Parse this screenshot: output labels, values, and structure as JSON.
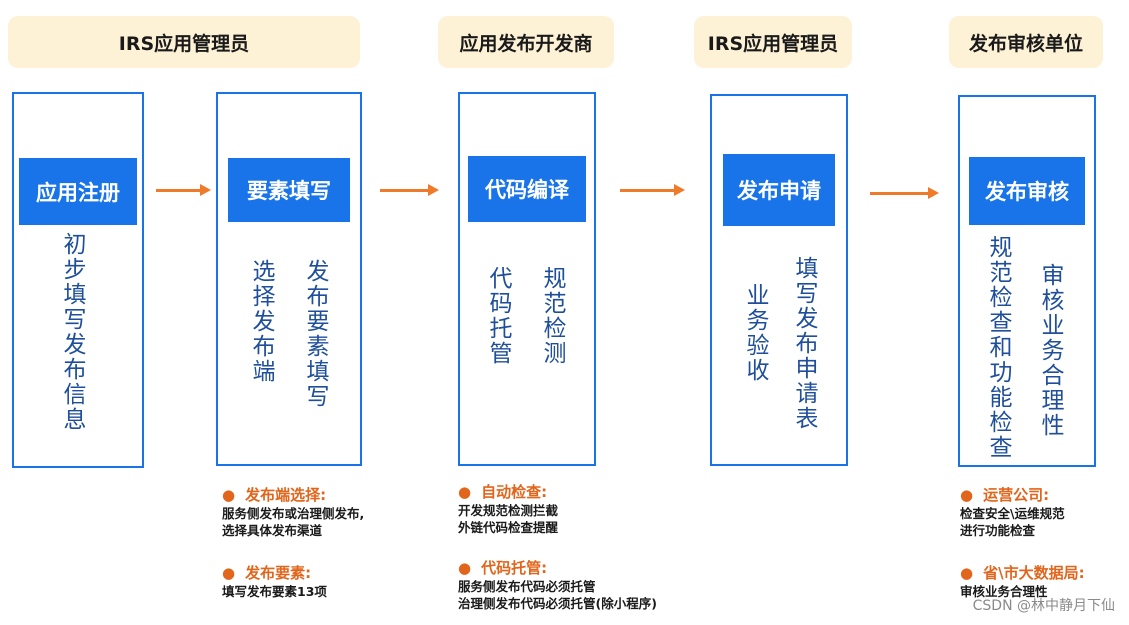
{
  "roles": [
    "IRS应用管理员",
    "应用发布开发商",
    "IRS应用管理员",
    "发布审核单位"
  ],
  "stages": [
    {
      "title": "应用注册",
      "columns": [
        "初步填写发布信息"
      ]
    },
    {
      "title": "要素填写",
      "columns": [
        "选择发布端",
        "发布要素填写"
      ]
    },
    {
      "title": "代码编译",
      "columns": [
        "代码托管",
        "规范检测"
      ]
    },
    {
      "title": "发布申请",
      "columns": [
        "业务验收",
        "填写发布申请表"
      ]
    },
    {
      "title": "发布审核",
      "columns": [
        "规范检查和功能检查",
        "审核业务合理性"
      ]
    }
  ],
  "notes": {
    "stage2": [
      {
        "bullet": "●",
        "title": "发布端选择:",
        "lines": [
          "服务侧发布或治理侧发布,",
          "选择具体发布渠道"
        ]
      },
      {
        "bullet": "●",
        "title": "发布要素:",
        "lines": [
          "填写发布要素13项"
        ]
      }
    ],
    "stage3": [
      {
        "bullet": "●",
        "title": "自动检查:",
        "lines": [
          "开发规范检测拦截",
          "外链代码检查提醒"
        ]
      },
      {
        "bullet": "●",
        "title": "代码托管:",
        "lines": [
          "服务侧发布代码必须托管",
          "治理侧发布代码必须托管(除小程序)"
        ]
      }
    ],
    "stage5": [
      {
        "bullet": "●",
        "title": "运营公司:",
        "lines": [
          "检查安全\\运维规范",
          "进行功能检查"
        ]
      },
      {
        "bullet": "●",
        "title": "省\\市大数据局:",
        "lines": [
          "审核业务合理性"
        ]
      }
    ]
  },
  "watermark": "CSDN @林中静月下仙",
  "colors": {
    "primary": "#1874e8",
    "accent": "#ef7a2a",
    "role_bg": "#fdf2d6",
    "body_text": "#1f4f9a"
  }
}
